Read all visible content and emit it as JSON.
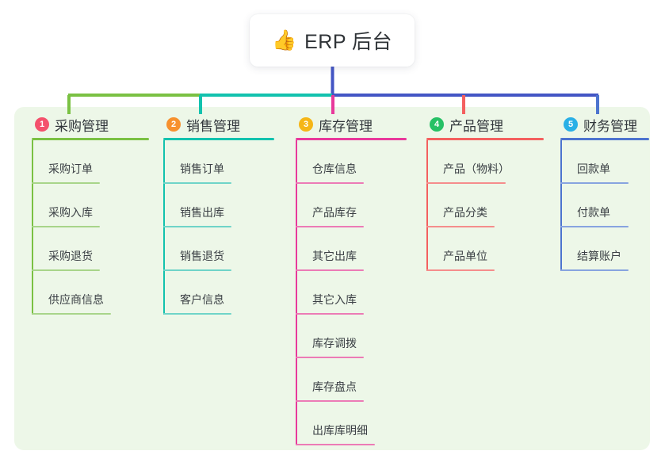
{
  "root": {
    "icon": "thumbs-up-emoji",
    "emoji": "👍",
    "title": "ERP 后台"
  },
  "colors": {
    "canvas_background": "#edf7e8",
    "root_background": "#ffffff",
    "text": "#31363b",
    "trunk": "#4355c4",
    "branch_1_line": "#7ac143",
    "branch_2_line": "#13c2ae",
    "branch_3_line": "#e8399b",
    "branch_4_line": "#f4605f",
    "branch_5_line": "#4d74cf",
    "badge_1": "#f4516c",
    "badge_2": "#f7912e",
    "badge_3": "#f5b617",
    "badge_4": "#26c165",
    "badge_5": "#2ab0e6"
  },
  "branches": [
    {
      "number": "1",
      "title": "采购管理",
      "badge_color": "#f4516c",
      "line_color": "#7ac143",
      "leaf_line_color": "#a8d58a",
      "items": [
        "采购订单",
        "采购入库",
        "采购退货",
        "供应商信息"
      ]
    },
    {
      "number": "2",
      "title": "销售管理",
      "badge_color": "#f7912e",
      "line_color": "#13c2ae",
      "leaf_line_color": "#6fd4c8",
      "items": [
        "销售订单",
        "销售出库",
        "销售退货",
        "客户信息"
      ]
    },
    {
      "number": "3",
      "title": "库存管理",
      "badge_color": "#f5b617",
      "line_color": "#e8399b",
      "leaf_line_color": "#ec7bb6",
      "items": [
        "仓库信息",
        "产品库存",
        "其它出库",
        "其它入库",
        "库存调拨",
        "库存盘点",
        "出库库明细"
      ]
    },
    {
      "number": "4",
      "title": "产品管理",
      "badge_color": "#26c165",
      "line_color": "#f4605f",
      "leaf_line_color": "#f58d8c",
      "items": [
        "产品（物料）",
        "产品分类",
        "产品单位"
      ]
    },
    {
      "number": "5",
      "title": "财务管理",
      "badge_color": "#2ab0e6",
      "line_color": "#4d74cf",
      "leaf_line_color": "#88a4e0",
      "items": [
        "回款单",
        "付款单",
        "结算账户"
      ]
    }
  ]
}
